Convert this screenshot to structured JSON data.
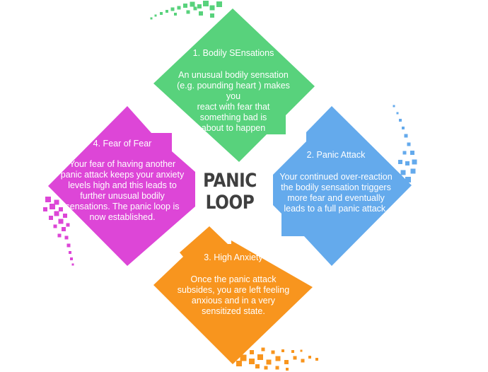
{
  "center_title": "PANIC LOOP",
  "colors": {
    "bodily": "#58d27c",
    "attack": "#64aaec",
    "anxiety": "#f8951e",
    "fear": "#dd46d7",
    "center_text": "#3f3f3f"
  },
  "panels": {
    "bodily": {
      "title": "1. Bodily SEnsations",
      "body": "An unusual bodily sensation\n(e.g. pounding heart ) makes you\nreact with fear that\nsomething bad is\nabout to happen"
    },
    "attack": {
      "title": "2. Panic Attack",
      "body": "Your continued over-reaction\nthe bodily sensation triggers\nmore fear and eventually\nleads to a full panic attack."
    },
    "anxiety": {
      "title": "3. High Anxiety",
      "body": "Once the panic attack\nsubsides, you are left feeling\nanxious and in a very\nsensitized state."
    },
    "fear": {
      "title": "4.  Fear of Fear",
      "body": "Your fear of having another\npanic attack keeps your anxiety\nlevels high and this leads to\nfurther unusual bodily\nsensations. The panic loop is\nnow established."
    }
  }
}
